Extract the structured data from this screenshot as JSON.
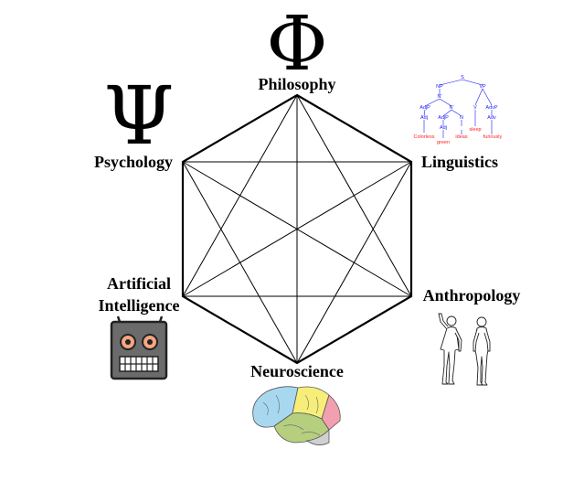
{
  "symbols": {
    "philosophy": "Φ",
    "psychology": "Ψ"
  },
  "nodes": {
    "philosophy": "Philosophy",
    "linguistics": "Linguistics",
    "anthropology": "Anthropology",
    "neuroscience": "Neuroscience",
    "ai_line1": "Artificial",
    "ai_line2": "Intelligence",
    "psychology": "Psychology"
  },
  "syntax_tree": {
    "root": "S",
    "np": "NP",
    "vp": "VP",
    "n_bar1": "N'",
    "n_bar2": "N'",
    "v": "V",
    "advp": "AdvP",
    "adjp1": "AdjP",
    "adjp2": "AdjP",
    "n": "N",
    "adj1": "Adj",
    "adj2": "Adj",
    "adv": "Adv",
    "word_colorless": "Colorless",
    "word_green": "green",
    "word_ideas": "ideas",
    "word_sleep": "sleep",
    "word_furiously": "furiously"
  },
  "colors": {
    "edge": "#000000",
    "robot_body": "#6b6b6b",
    "robot_eye": "#f4a582",
    "brain_blue": "#a8d8f0",
    "brain_yellow": "#f7ee7a",
    "brain_green": "#b5cf7f",
    "brain_pink": "#f2a0b0",
    "brain_grey": "#d0d0d0"
  }
}
